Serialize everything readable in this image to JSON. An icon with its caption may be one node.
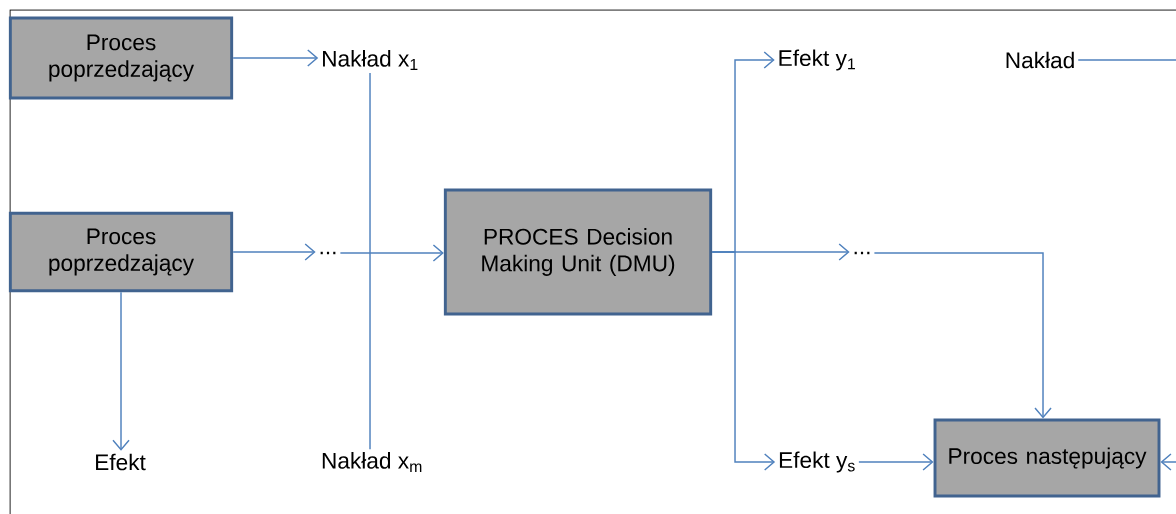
{
  "diagram": {
    "nodes": [
      {
        "text": [
          "Proces poprzedzający"
        ]
      },
      {
        "text": [
          "Nakład x$_{1}$"
        ]
      },
      {
        "text": [
          "Proces poprzedzający"
        ]
      },
      {
        "text": [
          "..."
        ]
      },
      {
        "text": [
          "PROCES Decision Making Unit (DMU)"
        ]
      },
      {
        "text": [
          "Efekt y$_{1}$"
        ]
      },
      {
        "text": [
          "Nakład"
        ]
      },
      {
        "text": [
          "..."
        ]
      },
      {
        "text": [
          "Efekt"
        ]
      },
      {
        "text": [
          "Nakład x$_{m}$"
        ]
      },
      {
        "text": [
          "Efekt y$_{s}$"
        ]
      },
      {
        "text": [
          "Proces następujący"
        ]
      }
    ],
    "edges": [
      {
        "from": 0,
        "to": 1,
        "arrow": "to"
      },
      {
        "from": 1,
        "to": 9,
        "arrow": "none"
      },
      {
        "from": 2,
        "to": 3,
        "arrow": "to"
      },
      {
        "from": 3,
        "to": 4,
        "arrow": "to"
      },
      {
        "from": 2,
        "to": 8,
        "arrow": "to"
      },
      {
        "from": 4,
        "to": 5,
        "arrow": "to"
      },
      {
        "from": 4,
        "to": 7,
        "arrow": "to"
      },
      {
        "from": 4,
        "to": 10,
        "arrow": "to"
      },
      {
        "from": 7,
        "to": 11,
        "arrow": "to"
      },
      {
        "from": 10,
        "to": 11,
        "arrow": "to"
      },
      {
        "from": 6,
        "to": null,
        "arrow": "none"
      },
      {
        "from": null,
        "to": 11,
        "arrow": "to"
      }
    ]
  }
}
